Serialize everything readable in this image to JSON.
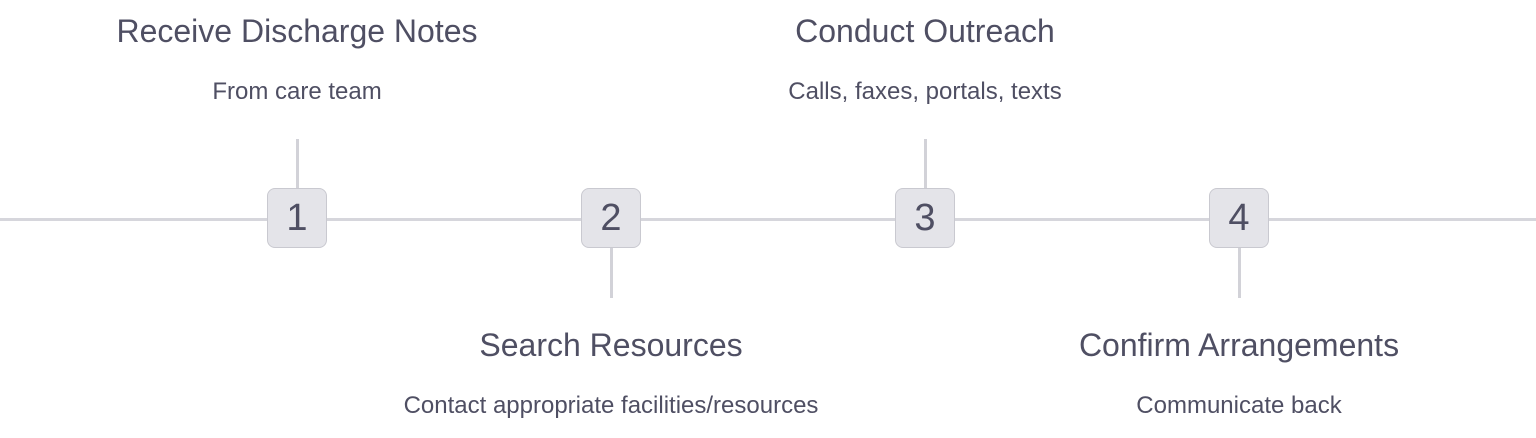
{
  "steps": [
    {
      "number": "1",
      "title": "Receive Discharge Notes",
      "description": "From care team"
    },
    {
      "number": "2",
      "title": "Search Resources",
      "description": "Contact appropriate facilities/resources"
    },
    {
      "number": "3",
      "title": "Conduct Outreach",
      "description": "Calls, faxes, portals, texts"
    },
    {
      "number": "4",
      "title": "Confirm Arrangements",
      "description": "Communicate back"
    }
  ],
  "colors": {
    "text": "#4f4f63",
    "line": "#d6d6dc",
    "badge_fill": "#e4e4e9",
    "badge_border": "#c9c9d0"
  }
}
